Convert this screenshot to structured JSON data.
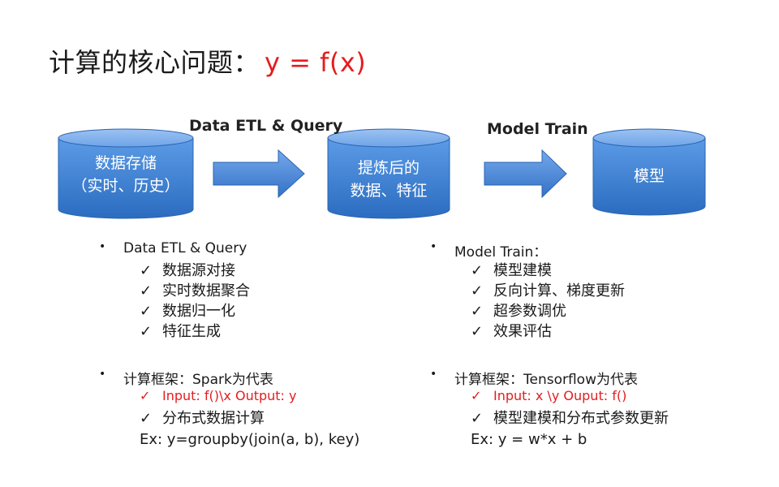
{
  "title": {
    "text": "计算的核心问题：",
    "formula": "y = f(x)"
  },
  "flow": {
    "arrow1_label": "Data ETL & Query",
    "arrow2_label": "Model Train",
    "cylinders": [
      {
        "line1": "数据存储",
        "line2": "（实时、历史）"
      },
      {
        "line1": "提炼后的",
        "line2": "数据、特征"
      },
      {
        "line1": "模型",
        "line2": ""
      }
    ]
  },
  "left": {
    "section1": {
      "bullet": "Data ETL & Query",
      "items": [
        "数据源对接",
        "实时数据聚合",
        "数据归一化",
        "特征生成"
      ]
    },
    "section2": {
      "bullet": "计算框架：Spark为代表",
      "red_item": "Input: f()\\x   Output: y",
      "item": "分布式数据计算",
      "example": "Ex:    y=groupby(join(a, b), key)"
    }
  },
  "right": {
    "section1": {
      "bullet": "Model Train：",
      "items": [
        "模型建模",
        "反向计算、梯度更新",
        "超参数调优",
        "效果评估"
      ]
    },
    "section2": {
      "bullet": "计算框架：Tensorflow为代表",
      "red_item": "Input: x \\y   Ouput: f()",
      "item": "模型建模和分布式参数更新",
      "example": "Ex:  y = w*x + b"
    }
  },
  "symbols": {
    "bullet": "•",
    "check": "✓"
  },
  "colors": {
    "accent_red": "#e41d1d",
    "cylinder_blue": "#3c7fd0",
    "arrow_blue": "#4a86d4"
  }
}
